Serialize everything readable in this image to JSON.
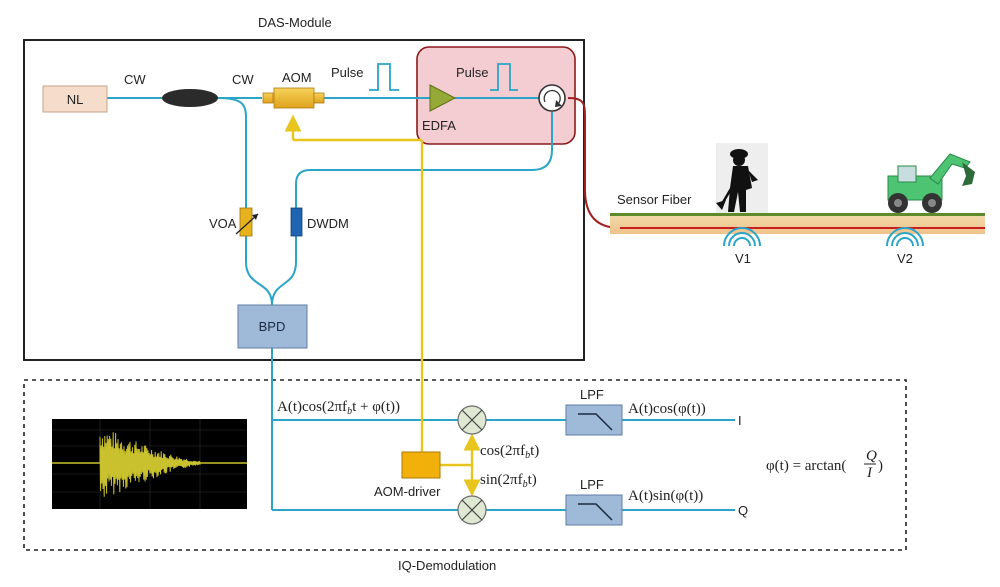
{
  "modules": {
    "das": "DAS-Module",
    "iq": "IQ-Demodulation"
  },
  "components": {
    "nl": "NL",
    "aom": "AOM",
    "edfa": "EDFA",
    "voa": "VOA",
    "dwdm": "DWDM",
    "bpd": "BPD",
    "aom_driver": "AOM-driver",
    "lpf": "LPF"
  },
  "labels": {
    "cw_1": "CW",
    "cw_2": "CW",
    "pulse_1": "Pulse",
    "pulse_2": "Pulse",
    "sensor_fiber": "Sensor Fiber",
    "v1": "V1",
    "v2": "V2"
  },
  "signals": {
    "input": "A(t)cos(2πf",
    "input_sub": "b",
    "input_tail": "t + φ(t))",
    "cos_ref": "cos(2πf",
    "cos_ref_sub": "b",
    "cos_ref_tail": "t)",
    "sin_ref": "sin(2πf",
    "sin_ref_sub": "b",
    "sin_ref_tail": "t)",
    "i_out": "A(t)cos(φ(t))",
    "q_out": "A(t)sin(φ(t))",
    "i": "I",
    "q": "Q",
    "phase_lhs": "φ(t) = arctan(",
    "phase_num": "Q",
    "phase_den": "I",
    "phase_rhs": ")"
  },
  "colors": {
    "optical": "#2aa5c8",
    "electrical": "#e8c51c",
    "sensor_fiber": "#a02020",
    "edfa_zone": "#f4cdd3",
    "box": "#9fb9d8"
  }
}
